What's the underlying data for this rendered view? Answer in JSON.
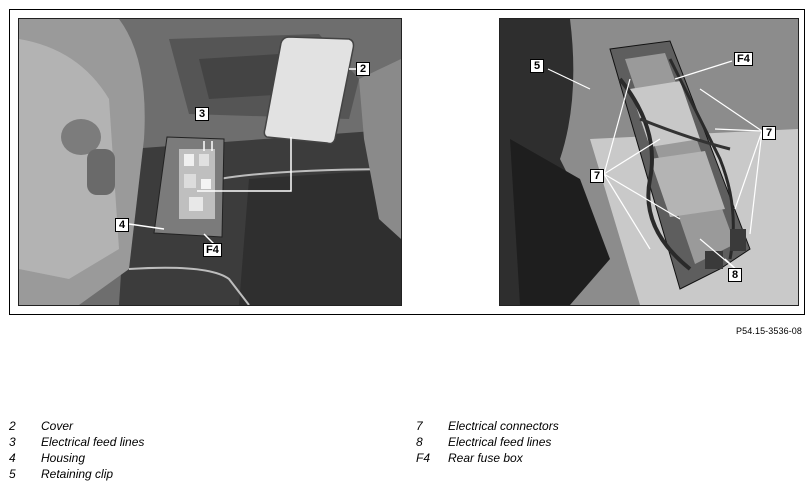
{
  "figure": {
    "callouts_left": {
      "c2": "2",
      "c3": "3",
      "c4": "4",
      "cF4": "F4"
    },
    "callouts_right": {
      "c5": "5",
      "cF4": "F4",
      "c7a": "7",
      "c7b": "7",
      "c8": "8"
    },
    "reference_code": "P54.15-3536-08"
  },
  "legend": {
    "left": [
      {
        "num": "2",
        "text": "Cover"
      },
      {
        "num": "3",
        "text": "Electrical feed lines"
      },
      {
        "num": "4",
        "text": "Housing"
      },
      {
        "num": "5",
        "text": "Retaining clip"
      }
    ],
    "right": [
      {
        "num": "7",
        "text": "Electrical connectors"
      },
      {
        "num": "8",
        "text": "Electrical feed lines"
      },
      {
        "num": "F4",
        "text": "Rear fuse box"
      }
    ]
  }
}
